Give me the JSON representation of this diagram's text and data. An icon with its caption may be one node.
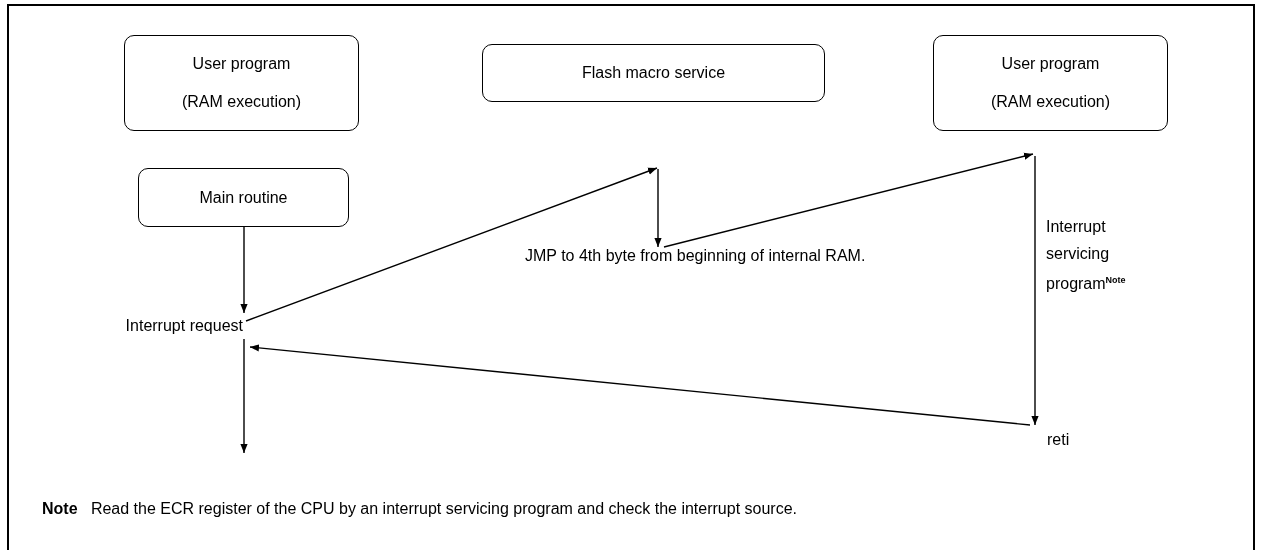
{
  "diagram": {
    "nodes": [
      {
        "text": [
          "User program",
          "(RAM execution)"
        ]
      },
      {
        "text": [
          "Flash macro service"
        ]
      },
      {
        "text": [
          "User program",
          "(RAM execution)"
        ]
      },
      {
        "text": [
          "Main routine"
        ]
      },
      {
        "text": [
          "Interrupt request"
        ]
      },
      {
        "text": [
          "JMP to 4th byte from beginning of internal RAM."
        ]
      },
      {
        "text": [
          "reti"
        ]
      }
    ],
    "edges": [
      {
        "from": 3,
        "to": 4,
        "arrow": "to"
      },
      {
        "from": 4,
        "to": 1,
        "arrow": "to"
      },
      {
        "from": 1,
        "to": 5,
        "arrow": "to"
      },
      {
        "from": 5,
        "to": 2,
        "arrow": "to"
      },
      {
        "from": 2,
        "to": 6,
        "arrow": "to",
        "label": "Interrupt servicing program$^{Note}$"
      },
      {
        "from": 6,
        "to": 4,
        "arrow": "to"
      },
      {
        "from": 4,
        "to": null,
        "arrow": "to"
      }
    ],
    "labels": [
      "**Note**   Read the ECR register of the CPU by an interrupt servicing program and check the interrupt source."
    ]
  }
}
